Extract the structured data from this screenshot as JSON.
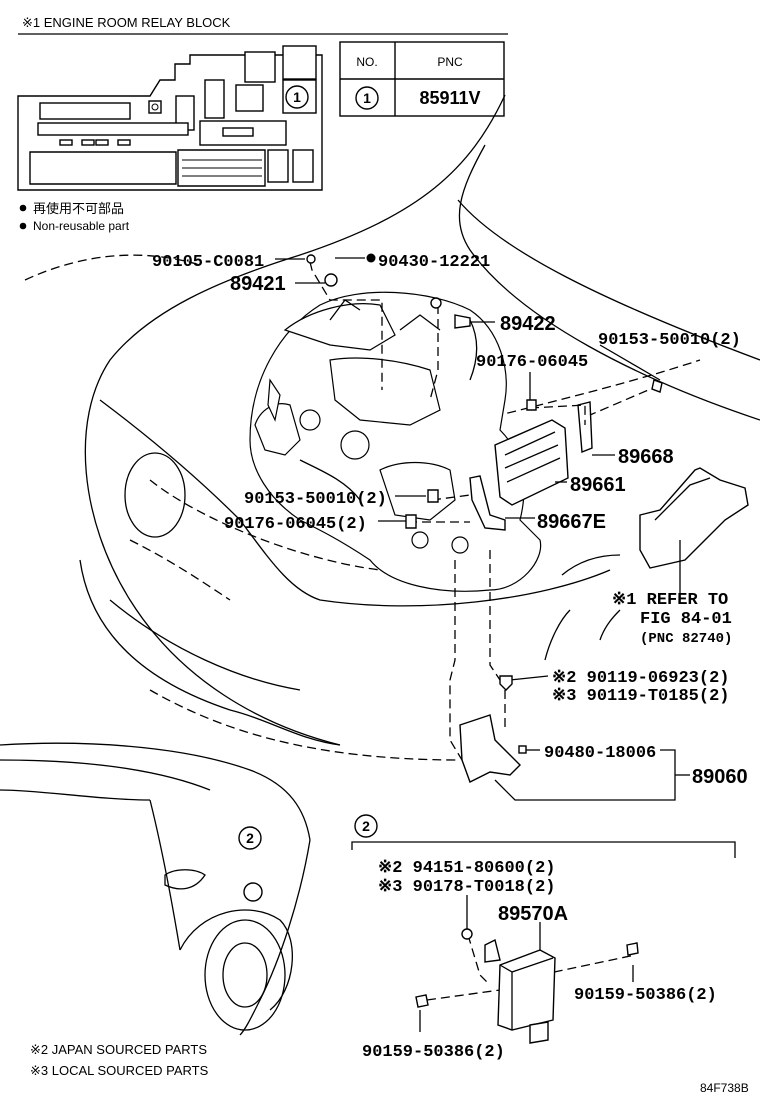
{
  "relay_block": {
    "title": "※1 ENGINE ROOM RELAY BLOCK",
    "marker": "1",
    "legend_jp": "再使用不可部品",
    "legend_en": "Non-reusable part"
  },
  "pnc_table": {
    "header_no": "NO.",
    "header_pnc": "PNC",
    "row_no": "1",
    "row_pnc": "85911V"
  },
  "labels": {
    "p90105": "90105-C0081",
    "p89421": "89421",
    "p90430": "90430-12221",
    "p89422": "89422",
    "p90153_top": "90153-50010(2)",
    "p90176_top": "90176-06045",
    "p89668": "89668",
    "p89661": "89661",
    "p90153_mid": "90153-50010(2)",
    "p90176_mid": "90176-06045(2)",
    "p89667e": "89667E",
    "refer_1": "※1 REFER TO",
    "refer_2": "FIG 84-01",
    "refer_3": "(PNC 82740)",
    "p90119_a": "※2 90119-06923(2)",
    "p90119_b": "※3 90119-T0185(2)",
    "p90480": "90480-18006",
    "p89060": "89060",
    "circle2_car": "2",
    "circle2_box": "2",
    "p94151": "※2 94151-80600(2)",
    "p90178": "※3 90178-T0018(2)",
    "p89570a": "89570A",
    "p90159_right": "90159-50386(2)",
    "p90159_left": "90159-50386(2)",
    "note_japan": "※2 JAPAN SOURCED PARTS",
    "note_local": "※3 LOCAL SOURCED PARTS",
    "fig_code": "84F738B"
  }
}
